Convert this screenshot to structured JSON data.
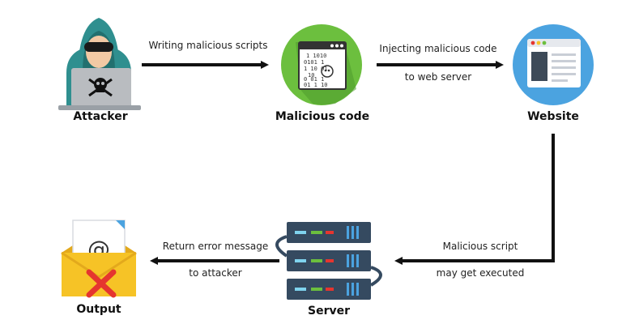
{
  "nodes": {
    "attacker": {
      "label": "Attacker"
    },
    "malicious_code": {
      "label": "Malicious code",
      "code_lines": [
        "1 1010",
        "0101 1",
        "1 10 01",
        "10",
        "0 01 1",
        "01 1 10"
      ]
    },
    "website": {
      "label": "Website"
    },
    "server": {
      "label": "Server"
    },
    "output": {
      "label": "Output",
      "symbol": "@"
    }
  },
  "edges": {
    "attacker_to_code": {
      "line1": "Writing malicious scripts"
    },
    "code_to_website": {
      "line1": "Injecting malicious code",
      "line2": "to web server"
    },
    "website_to_server": {
      "line1": "Malicious script",
      "line2": "may get executed"
    },
    "server_to_output": {
      "line1": "Return error message",
      "line2": "to attacker"
    }
  },
  "colors": {
    "hood": "#2f8f8f",
    "hood_dark": "#22706f",
    "laptop": "#b9bcc0",
    "green_circle": "#6cbf3e",
    "website_circle": "#4ba3e0",
    "server_body": "#354a60",
    "envelope": "#f6c326",
    "cross": "#e5352f",
    "arrow": "#111111"
  }
}
